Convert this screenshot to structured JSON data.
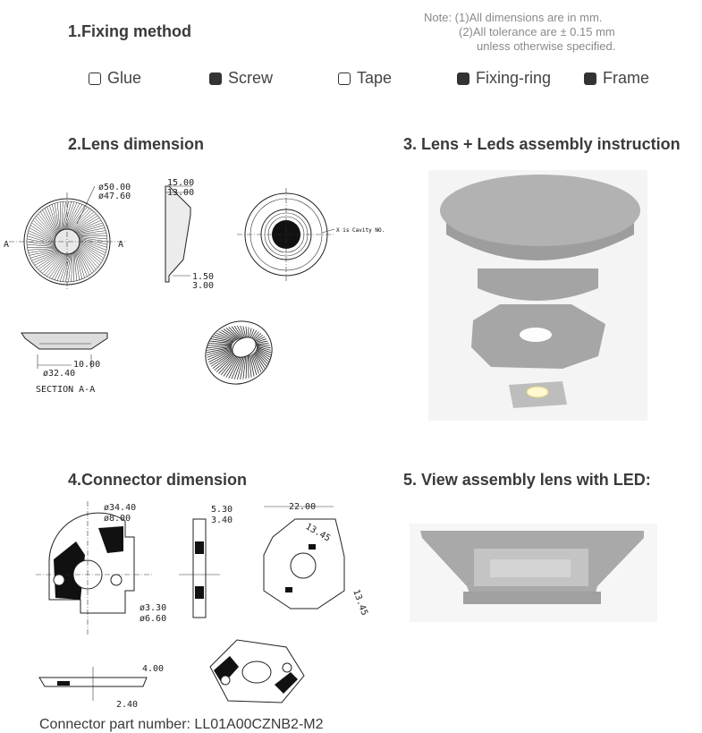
{
  "fixing": {
    "title": "1.Fixing method",
    "options": [
      {
        "label": "Glue",
        "checked": false
      },
      {
        "label": "Screw",
        "checked": true
      },
      {
        "label": "Tape",
        "checked": false
      },
      {
        "label": "Fixing-ring",
        "checked": true
      },
      {
        "label": "Frame",
        "checked": true
      }
    ]
  },
  "note": {
    "line1": "Note: (1)All dimensions are in mm.",
    "line2": "(2)All tolerance are ± 0.15 mm",
    "line3": "unless otherwise specified."
  },
  "lens": {
    "title": "2.Lens dimension",
    "dims": {
      "d1": "ø50.00",
      "d2": "ø47.60",
      "h1": "15.00",
      "h2": "13.00",
      "t1": "1.50",
      "t2": "3.00",
      "cavity": "X is Cavity NO.",
      "sec_a": "A",
      "sec_d1": "10.00",
      "sec_d2": "ø32.40",
      "section": "SECTION A-A"
    }
  },
  "assembly": {
    "title": "3. Lens + Leds assembly instruction"
  },
  "connector": {
    "title": "4.Connector dimension",
    "dims": {
      "a1": "ø34.40",
      "a2": "ø8.00",
      "a3": "ø3.30",
      "a4": "ø6.60",
      "b1": "5.30",
      "b2": "3.40",
      "c1": "22.00",
      "c2": "13.45",
      "c3": "13.45",
      "e1": "4.00",
      "e2": "2.40"
    },
    "part_number": "Connector part number: LL01A00CZNB2-M2"
  },
  "view": {
    "title": "5. View assembly lens with LED:"
  },
  "colors": {
    "heading": "#3a3a3a",
    "note": "#8a8a8a",
    "render_gray": "#a8a8a8"
  }
}
